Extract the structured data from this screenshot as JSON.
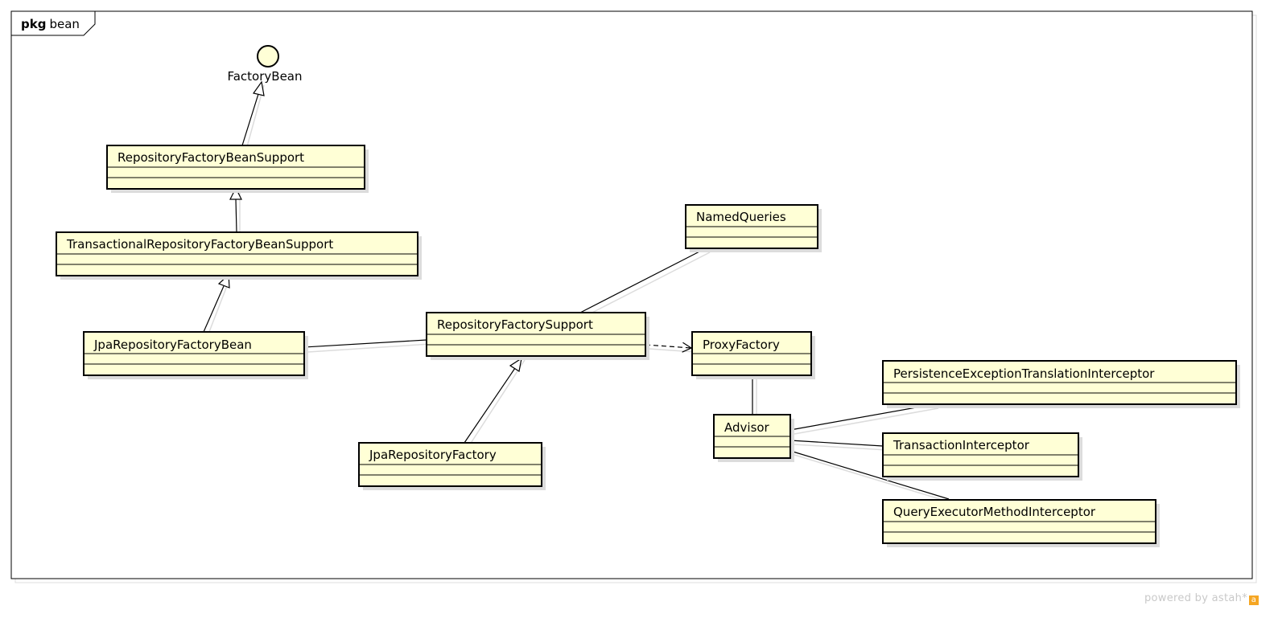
{
  "package": {
    "keyword": "pkg",
    "name": "bean"
  },
  "interface": {
    "name": "FactoryBean"
  },
  "classes": {
    "repositoryFactoryBeanSupport": "RepositoryFactoryBeanSupport",
    "transactionalRepositoryFactoryBeanSupport": "TransactionalRepositoryFactoryBeanSupport",
    "jpaRepositoryFactoryBean": "JpaRepositoryFactoryBean",
    "repositoryFactorySupport": "RepositoryFactorySupport",
    "jpaRepositoryFactory": "JpaRepositoryFactory",
    "namedQueries": "NamedQueries",
    "proxyFactory": "ProxyFactory",
    "advisor": "Advisor",
    "persistenceExceptionTranslationInterceptor": "PersistenceExceptionTranslationInterceptor",
    "transactionInterceptor": "TransactionInterceptor",
    "queryExecutorMethodInterceptor": "QueryExecutorMethodInterceptor"
  },
  "colors": {
    "classFill": "#ffffd6",
    "border": "#000000",
    "shadow": "#dcdcdc",
    "footerText": "#c9c9c9"
  },
  "footer": {
    "text": "powered by astah*",
    "logo": "a"
  }
}
